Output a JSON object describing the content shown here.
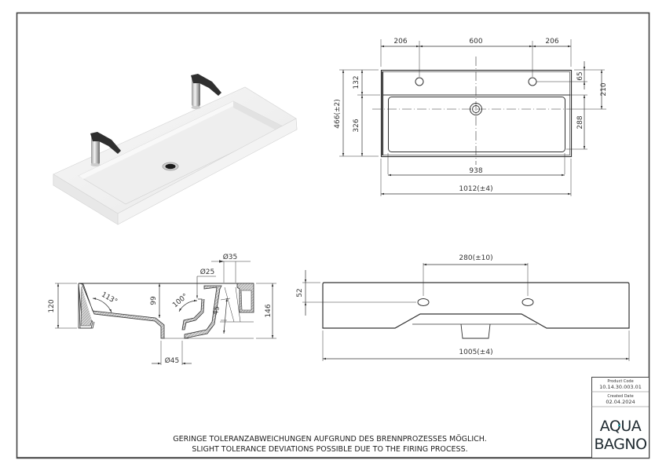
{
  "drawing": {
    "type": "technical-drawing",
    "subject": "double washbasin with two tap holes"
  },
  "top_view": {
    "dims_top": [
      "206",
      "600",
      "206"
    ],
    "dim_overall_height": "466(±2)",
    "dim_deck": "132",
    "dim_bowl_height": "326",
    "dim_tap_offset": "65",
    "dim_drain_offset": "210",
    "dim_bowl_drain": "288",
    "dim_bowl_width": "938",
    "dim_overall_width": "1012(±4)"
  },
  "section_view": {
    "dim_height_120": "120",
    "angle_113": "113°",
    "dim_99": "99",
    "angle_100": "100°",
    "dim_d25": "Ø25",
    "dim_d35": "Ø35",
    "dim_45": "45",
    "dim_146": "146",
    "dim_d45": "Ø45"
  },
  "front_view": {
    "dim_52": "52",
    "dim_spacing": "280(±10)",
    "dim_width": "1005(±4)"
  },
  "title_block": {
    "product_code_label": "Product Code",
    "product_code": "10.14.30.003.01",
    "created_date_label": "Created Date",
    "created_date": "02.04.2024",
    "logo_line1": "AQUA",
    "logo_line2": "BAGNO",
    "logo_accent_color": "#2aa6b0"
  },
  "footer": {
    "line_de": "GERINGE TOLERANZABWEICHUNGEN AUFGRUND DES BRENNPROZESSES MÖGLICH.",
    "line_en": "SLIGHT TOLERANCE DEVIATIONS POSSIBLE DUE TO THE FIRING PROCESS."
  }
}
